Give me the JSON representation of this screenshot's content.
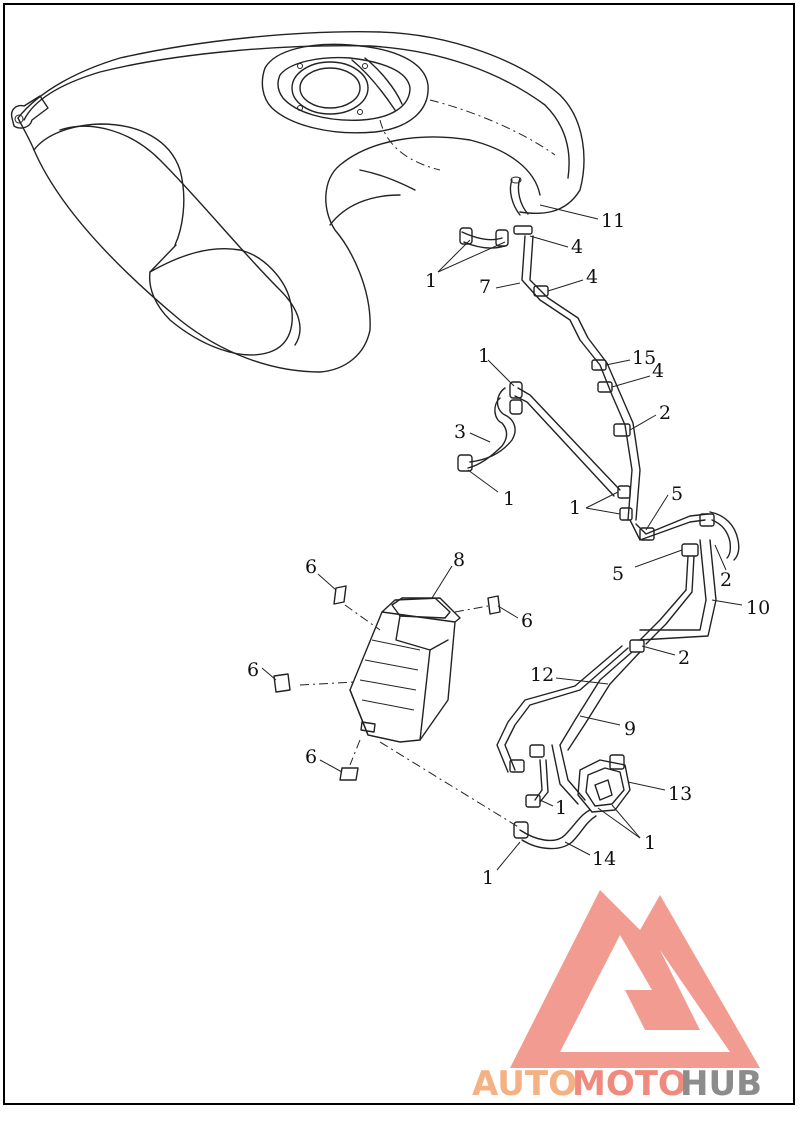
{
  "callouts": [
    {
      "id": "c11",
      "text": "11"
    },
    {
      "id": "c4a",
      "text": "4"
    },
    {
      "id": "c1a",
      "text": "1"
    },
    {
      "id": "c7",
      "text": "7"
    },
    {
      "id": "c4b",
      "text": "4"
    },
    {
      "id": "c1b",
      "text": "1"
    },
    {
      "id": "c15",
      "text": "15"
    },
    {
      "id": "c4c",
      "text": "4"
    },
    {
      "id": "c2a",
      "text": "2"
    },
    {
      "id": "c3",
      "text": "3"
    },
    {
      "id": "c1c",
      "text": "1"
    },
    {
      "id": "c5a",
      "text": "5"
    },
    {
      "id": "c1d",
      "text": "1"
    },
    {
      "id": "c5b",
      "text": "5"
    },
    {
      "id": "c2b",
      "text": "2"
    },
    {
      "id": "c10",
      "text": "10"
    },
    {
      "id": "c6a",
      "text": "6"
    },
    {
      "id": "c8",
      "text": "8"
    },
    {
      "id": "c6b",
      "text": "6"
    },
    {
      "id": "c6c",
      "text": "6"
    },
    {
      "id": "c2c",
      "text": "2"
    },
    {
      "id": "c12",
      "text": "12"
    },
    {
      "id": "c9",
      "text": "9"
    },
    {
      "id": "c6d",
      "text": "6"
    },
    {
      "id": "c13",
      "text": "13"
    },
    {
      "id": "c1e",
      "text": "1"
    },
    {
      "id": "c1f",
      "text": "1"
    },
    {
      "id": "c14",
      "text": "14"
    },
    {
      "id": "c1g",
      "text": "1"
    }
  ],
  "watermark": {
    "part1": "AUTO",
    "part2": "MOTO",
    "part3": "HUB",
    "color1": "#f4b183",
    "color2": "#f08a7e",
    "color3": "#8c8c8c",
    "logo_color": "#f08a7e"
  }
}
